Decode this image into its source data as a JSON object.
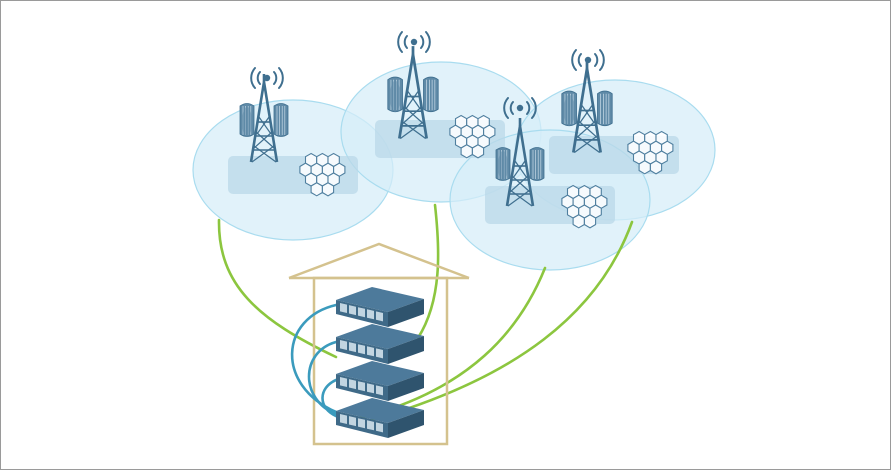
{
  "diagram": {
    "colors": {
      "frame": "#9a9a9a",
      "cell_fill": "#d6edf8",
      "cell_stroke": "#a9dcef",
      "footprint": "#b9d8e8",
      "tower": "#3f6f8f",
      "antenna": "#5f8aa7",
      "hexagon_stroke": "#4f7f9f",
      "fiber_link": "#8cc63f",
      "patch_cable": "#3b9bbd",
      "building_outline": "#d4c28e",
      "server_top": "#4d7a9b",
      "server_front": "#3f6a88",
      "server_side": "#2f546e"
    },
    "cell_sites": [
      {
        "icon": "cell-tower-icon",
        "coverage": "hexagon-coverage-icon",
        "signal": "wireless-signal-icon"
      },
      {
        "icon": "cell-tower-icon",
        "coverage": "hexagon-coverage-icon",
        "signal": "wireless-signal-icon"
      },
      {
        "icon": "cell-tower-icon",
        "coverage": "hexagon-coverage-icon",
        "signal": "wireless-signal-icon"
      },
      {
        "icon": "cell-tower-icon",
        "coverage": "hexagon-coverage-icon",
        "signal": "wireless-signal-icon"
      }
    ],
    "central_office": {
      "icon": "building-outline-icon",
      "server_count": 4,
      "server_icon": "rack-server-icon"
    },
    "links": {
      "fiber_count": 4,
      "patch_cable_count": 3
    }
  }
}
